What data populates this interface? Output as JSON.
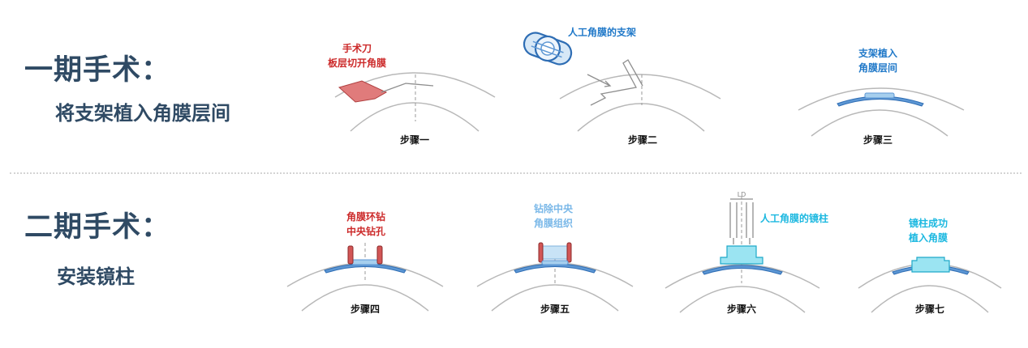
{
  "phase1": {
    "title": "一期手术：",
    "subtitle": "将支架植入角膜层间",
    "steps": [
      {
        "name": "步骤一",
        "annotation_lines": [
          "手术刀",
          "板层切开角膜"
        ],
        "annotation_color": "#cc2a2a"
      },
      {
        "name": "步骤二",
        "annotation_lines": [
          "人工角膜的支架"
        ],
        "annotation_color": "#1f78c8"
      },
      {
        "name": "步骤三",
        "annotation_lines": [
          "支架植入",
          "角膜层间"
        ],
        "annotation_color": "#1f78c8"
      }
    ]
  },
  "phase2": {
    "title": "二期手术：",
    "subtitle": "安装镜柱",
    "steps": [
      {
        "name": "步骤四",
        "annotation_lines": [
          "角膜环钻",
          "中央钻孔"
        ],
        "annotation_color": "#cc2a2a"
      },
      {
        "name": "步骤五",
        "annotation_lines": [
          "钻除中央",
          "角膜组织"
        ],
        "annotation_color": "#7ab8e8"
      },
      {
        "name": "步骤六",
        "annotation_lines": [
          "人工角膜的镜柱"
        ],
        "annotation_color": "#1cb8e0",
        "tool_label": "LD"
      },
      {
        "name": "步骤七",
        "annotation_lines": [
          "镜柱成功",
          "植入角膜"
        ],
        "annotation_color": "#1cb8e0"
      }
    ]
  }
}
